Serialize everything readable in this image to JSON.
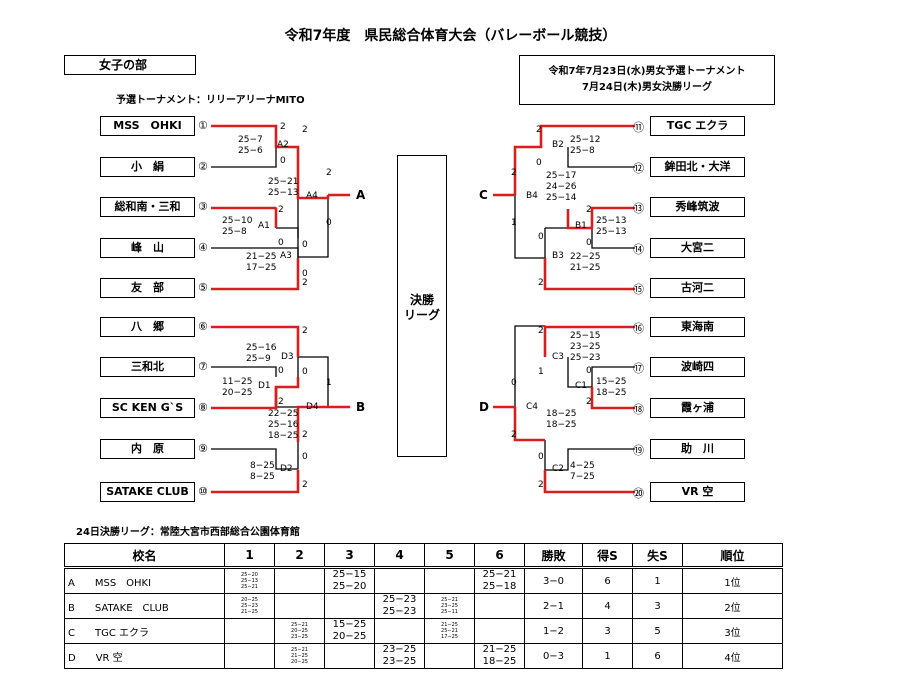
{
  "title": "令和7年度　県民総合体育大会（バレーボール競技）",
  "section": "女子の部",
  "dates": [
    "令和7年7月23日(水)男女予選トーナメント",
    "7月24日(木)男女決勝リーグ"
  ],
  "venue": "予選トーナメント：リリーアリーナMITO",
  "final_box": [
    "決勝",
    "リーグ"
  ],
  "left_teams": [
    {
      "name": "MSS　OHKI",
      "no": "①"
    },
    {
      "name": "小　絹",
      "no": "②"
    },
    {
      "name": "総和南・三和",
      "no": "③"
    },
    {
      "name": "峰　山",
      "no": "④"
    },
    {
      "name": "友　部",
      "no": "⑤"
    },
    {
      "name": "八　郷",
      "no": "⑥"
    },
    {
      "name": "三和北",
      "no": "⑦"
    },
    {
      "name": "SC KEN G`S",
      "no": "⑧"
    },
    {
      "name": "内　原",
      "no": "⑨"
    },
    {
      "name": "SATAKE CLUB",
      "no": "⑩"
    }
  ],
  "right_teams": [
    {
      "name": "TGC エクラ",
      "no": "⑪"
    },
    {
      "name": "鉾田北・大洋",
      "no": "⑫"
    },
    {
      "name": "秀峰筑波",
      "no": "⑬"
    },
    {
      "name": "大宮二",
      "no": "⑭"
    },
    {
      "name": "古河二",
      "no": "⑮"
    },
    {
      "name": "東海南",
      "no": "⑯"
    },
    {
      "name": "波崎四",
      "no": "⑰"
    },
    {
      "name": "霞ヶ浦",
      "no": "⑱"
    },
    {
      "name": "助　川",
      "no": "⑲"
    },
    {
      "name": "VR 空",
      "no": "⑳"
    }
  ],
  "match_labels": {
    "A1": "A1",
    "A2": "A2",
    "A3": "A3",
    "A4": "A4",
    "B1": "B1",
    "B2": "B2",
    "B3": "B3",
    "B4": "B4",
    "C1": "C1",
    "C2": "C2",
    "C3": "C3",
    "C4": "C4",
    "D1": "D1",
    "D2": "D2",
    "D3": "D3",
    "D4": "D4"
  },
  "block_labels": {
    "A": "A",
    "B": "B",
    "C": "C",
    "D": "D"
  },
  "scores": {
    "A2": "25−7\n25−6",
    "A4": "25−21\n25−13",
    "A1": "25−10\n25−8",
    "A3": "21−25\n17−25",
    "D3": "25−16\n25−9",
    "D1": "11−25\n20−25",
    "D4": "22−25\n25−16\n18−25",
    "D2": "8−25\n8−25",
    "B2": "25−12\n25−8",
    "B4": "25−17\n24−26\n25−14",
    "B1": "25−13\n25−13",
    "B3": "22−25\n21−25",
    "C3": "25−15\n23−25\n25−23",
    "C1": "15−25\n18−25",
    "C4": "18−25\n18−25",
    "C2": "4−25\n7−25"
  },
  "set_counts": {
    "a2_top": "2",
    "a2_bot": "0",
    "a4_top": "2",
    "a4_bot": "0",
    "a4_left_top": "2",
    "a4_left_bot": "0",
    "a1_top": "2",
    "a1_bot": "0",
    "a3_top": "0",
    "a3_bot": "2",
    "d3_top": "2",
    "d3_bot": "0",
    "d1_top": "0",
    "d1_bot": "2",
    "d4_top": "1",
    "d4_bot": "2",
    "d2_top": "0",
    "d2_bot": "2",
    "b2_top": "2",
    "b2_bot": "0",
    "b4_top": "2",
    "b4_bot": "1",
    "b1_top": "2",
    "b1_bot": "0",
    "b3_top": "0",
    "b3_bot": "2",
    "c3_top": "2",
    "c3_bot": "1",
    "c1_top": "0",
    "c1_bot": "2",
    "c4_top": "0",
    "c4_bot": "2",
    "c2_top": "0",
    "c2_bot": "2"
  },
  "record_title": "24日決勝リーグ：常陸大宮市西部総合公園体育館",
  "table": {
    "headers": [
      "校名",
      "1",
      "2",
      "3",
      "4",
      "5",
      "6",
      "勝敗",
      "得S",
      "失S",
      "順位"
    ],
    "rows": [
      {
        "letter": "A",
        "name": "MSS　OHKI",
        "c1": "25−20\n25−13\n25−21",
        "c2": "",
        "c3": "25−15\n25−20",
        "c4": "",
        "c5": "",
        "c6": "25−21\n25−18",
        "wl": "3−0",
        "won": "6",
        "lost": "1",
        "rank": "1位"
      },
      {
        "letter": "B",
        "name": "SATAKE　CLUB",
        "c1": "20−25\n25−23\n21−25",
        "c2": "",
        "c3": "",
        "c4": "25−23\n25−23",
        "c5": "25−21\n23−25\n25−11",
        "c6": "",
        "wl": "2−1",
        "won": "4",
        "lost": "3",
        "rank": "2位"
      },
      {
        "letter": "C",
        "name": "TGC エクラ",
        "c1": "",
        "c2": "25−21\n20−25\n23−25",
        "c3": "15−25\n20−25",
        "c4": "",
        "c5": "21−25\n25−21\n17−25",
        "c6": "",
        "wl": "1−2",
        "won": "3",
        "lost": "5",
        "rank": "3位"
      },
      {
        "letter": "D",
        "name": "VR 空",
        "c1": "",
        "c2": "25−21\n21−25\n20−25",
        "c3": "",
        "c4": "23−25\n23−25",
        "c5": "",
        "c6": "21−25\n18−25",
        "wl": "0−3",
        "won": "1",
        "lost": "6",
        "rank": "4位"
      }
    ]
  },
  "colors": {
    "winner_line": "#d81e1e",
    "line": "#000000"
  }
}
